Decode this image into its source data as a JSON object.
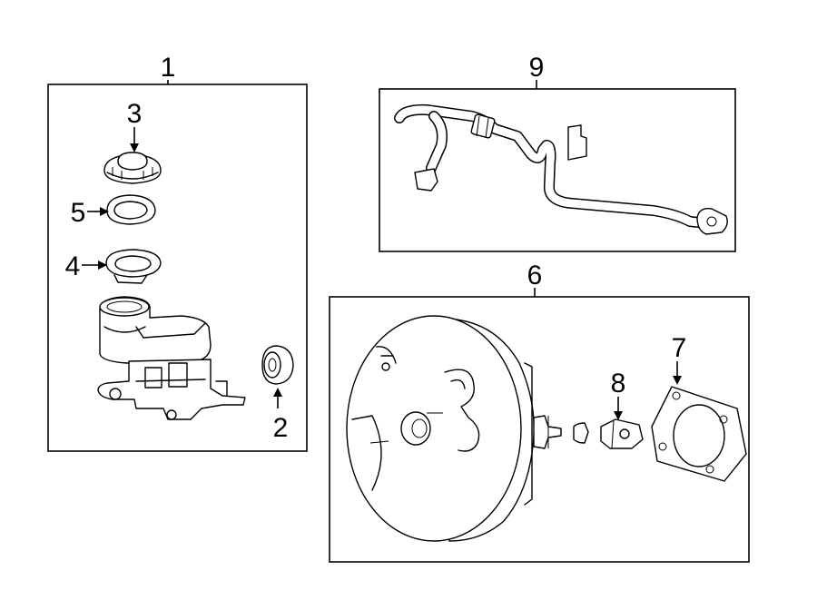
{
  "diagram": {
    "callouts": {
      "master_cylinder_group": "1",
      "reservoir_seal": "2",
      "reservoir_cap": "3",
      "strainer": "4",
      "cap_seal": "5",
      "brake_booster_group": "6",
      "booster_gasket": "7",
      "clevis": "8",
      "vacuum_hose_group": "9"
    }
  }
}
